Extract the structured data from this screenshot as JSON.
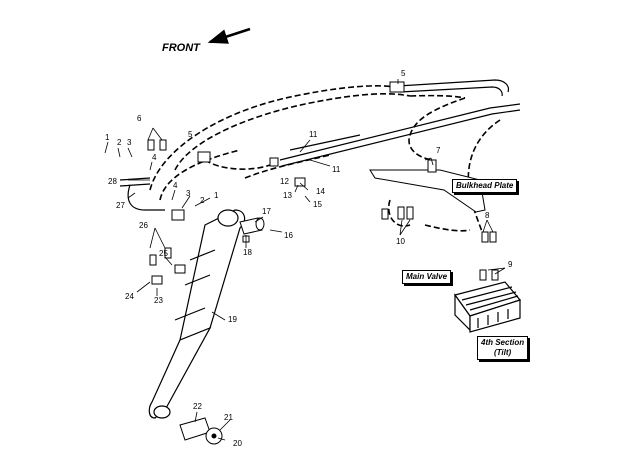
{
  "direction_label": "FRONT",
  "callouts": {
    "bulkhead_plate": "Bulkhead Plate",
    "main_valve": "Main Valve",
    "fourth_section": "4th Section\n(Tilt)"
  },
  "part_numbers": [
    "1",
    "2",
    "3",
    "4",
    "5",
    "6",
    "7",
    "8",
    "9",
    "10",
    "11",
    "12",
    "13",
    "14",
    "15",
    "16",
    "17",
    "18",
    "19",
    "20",
    "21",
    "22",
    "23",
    "24",
    "25",
    "26",
    "27",
    "28"
  ]
}
